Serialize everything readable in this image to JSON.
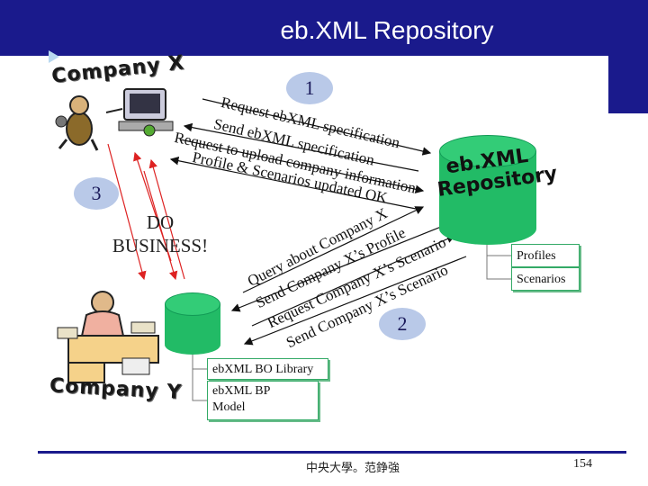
{
  "slide": {
    "title": "eb.XML Repository",
    "company_x": "Company X",
    "company_y": "Company Y",
    "footer": "中央大學。范錚強",
    "page_number": "154"
  },
  "steps": {
    "one": "1",
    "two": "2",
    "three": "3"
  },
  "messages": {
    "request_spec": "Request ebXML specification",
    "send_spec": "Send ebXML specification",
    "request_upload": "Request to upload company information",
    "profile_updated": "Profile & Scenarios updated OK",
    "query_company": "Query about Company X",
    "send_profile": "Send Company X’s Profile",
    "request_scenario": "Request Company X’s Scenario",
    "send_scenario": "Send Company X’s Scenario"
  },
  "do_business": "DO BUSINESS!",
  "repository": {
    "label": "eb.XML Repository",
    "items": [
      "Profiles",
      "Scenarios"
    ]
  },
  "company_y_db": {
    "items": [
      "ebXML BO Library",
      "ebXML BP Model"
    ]
  },
  "colors": {
    "title_bar": "#1a1a8c",
    "database": "#22bb66",
    "step_circle": "#b9c9e8",
    "do_business_arrows": "#dd2222"
  }
}
